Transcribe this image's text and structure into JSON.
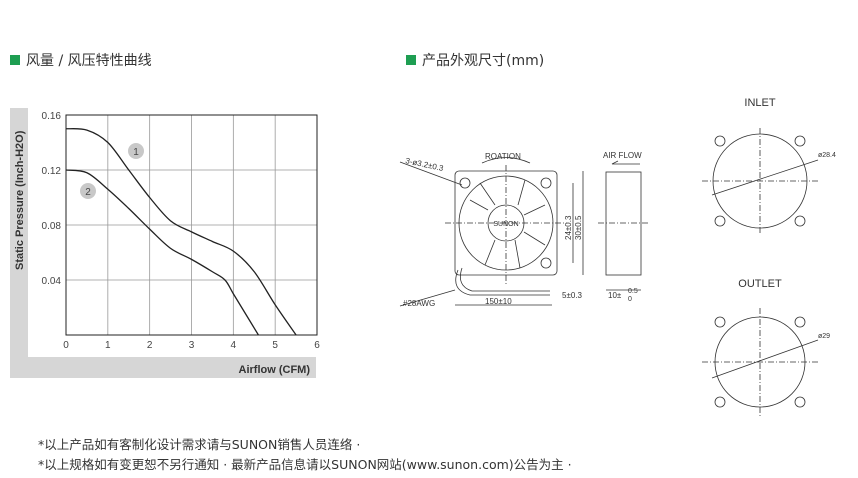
{
  "sections": {
    "curve_title": "风量 / 风压特性曲线",
    "dimension_title": "产品外观尺寸(mm)"
  },
  "colors": {
    "accent": "#1e9e52",
    "axis_band": "#d6d6d6"
  },
  "chart_data": {
    "type": "line",
    "title": "风量 / 风压特性曲线",
    "xlabel": "Airflow (CFM)",
    "ylabel": "Static Pressure (Inch-H2O)",
    "xlim": [
      0,
      6
    ],
    "ylim": [
      0,
      0.16
    ],
    "xticks": [
      "0",
      "1",
      "2",
      "3",
      "4",
      "5",
      "6"
    ],
    "yticks": [
      "0.04",
      "0.08",
      "0.12",
      "0.16"
    ],
    "grid": true,
    "series": [
      {
        "name": "1",
        "x": [
          0,
          0.5,
          1,
          1.5,
          2,
          2.5,
          3,
          3.5,
          4,
          4.5,
          5,
          5.5
        ],
        "y": [
          0.15,
          0.149,
          0.14,
          0.12,
          0.1,
          0.083,
          0.075,
          0.068,
          0.061,
          0.046,
          0.022,
          0
        ]
      },
      {
        "name": "2",
        "x": [
          0,
          0.5,
          1,
          1.5,
          2,
          2.5,
          3,
          3.5,
          3.8,
          4,
          4.3,
          4.6
        ],
        "y": [
          0.12,
          0.118,
          0.106,
          0.092,
          0.077,
          0.063,
          0.055,
          0.046,
          0.04,
          0.03,
          0.015,
          0
        ]
      }
    ]
  },
  "drawing": {
    "rotation": "ROATION",
    "hole": "3-ø3.2±0.3",
    "logo": "SUNON",
    "dim24": "24±0.3",
    "dim30": "30±0.5",
    "airflow": "AIR FLOW",
    "awg": "#28AWG",
    "lead": "150±10",
    "strip": "5±0.3",
    "thick": "10±",
    "tol_up": "0.5",
    "tol_dn": "0",
    "inlet": "INLET",
    "outlet": "OUTLET",
    "inlet_d": "ø28.4",
    "outlet_d": "ø29"
  },
  "notes": [
    "*以上产品如有客制化设计需求请与SUNON销售人员连络 ·",
    "*以上规格如有变更恕不另行通知 · 最新产品信息请以SUNON网站(www.sunon.com)公告为主 ·"
  ]
}
